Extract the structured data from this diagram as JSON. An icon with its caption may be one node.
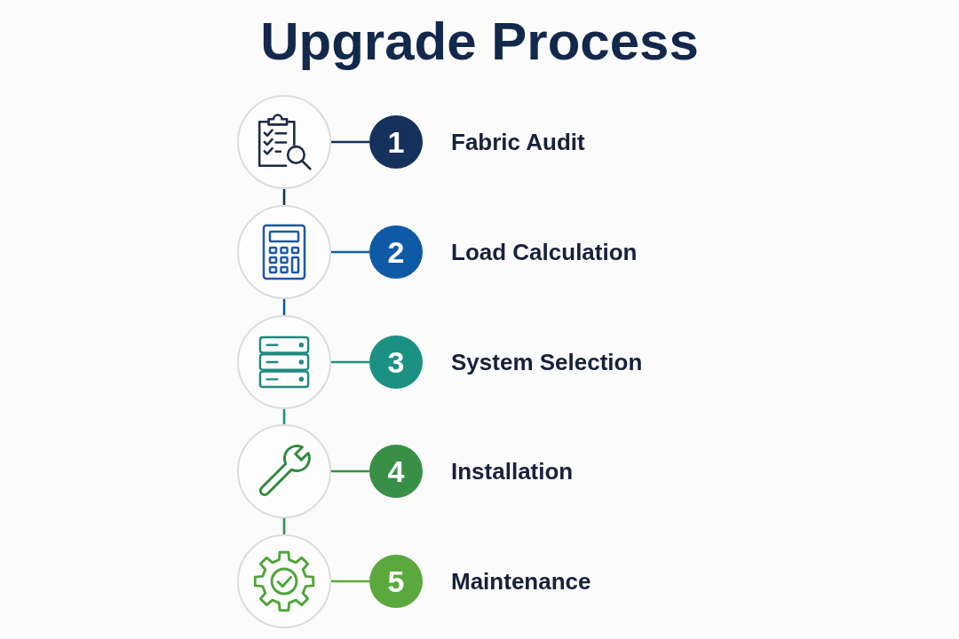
{
  "diagram": {
    "title": "Upgrade Process",
    "nodes": [
      {
        "text": [],
        "shape": "circle"
      },
      {
        "text": [
          "1"
        ],
        "beside": [
          "Fabric Audit"
        ]
      },
      {
        "text": [],
        "shape": "circle"
      },
      {
        "text": [
          "2"
        ],
        "beside": [
          "Load Calculation"
        ]
      },
      {
        "text": [],
        "shape": "circle"
      },
      {
        "text": [
          "3"
        ],
        "beside": [
          "System Selection"
        ]
      },
      {
        "text": [],
        "shape": "circle"
      },
      {
        "text": [
          "4"
        ],
        "beside": [
          "Installation"
        ]
      },
      {
        "text": [],
        "shape": "circle"
      },
      {
        "text": [
          "5"
        ],
        "beside": [
          "Maintenance"
        ]
      }
    ],
    "edges": [
      {
        "from": 0,
        "to": 1,
        "arrow": "none",
        "color": "#16315c"
      },
      {
        "from": 0,
        "to": 2,
        "arrow": "none",
        "color": "#16315c"
      },
      {
        "from": 2,
        "to": 3,
        "arrow": "none",
        "color": "#0f5aa6"
      },
      {
        "from": 2,
        "to": 4,
        "arrow": "none",
        "color": "#0f5aa6"
      },
      {
        "from": 4,
        "to": 5,
        "arrow": "none",
        "color": "#1b9184"
      },
      {
        "from": 4,
        "to": 6,
        "arrow": "none",
        "color": "#1b9184"
      },
      {
        "from": 6,
        "to": 7,
        "arrow": "none",
        "color": "#3a8f46"
      },
      {
        "from": 6,
        "to": 8,
        "arrow": "none",
        "color": "#3a8f46"
      },
      {
        "from": 8,
        "to": 9,
        "arrow": "none",
        "color": "#5ba83c"
      }
    ]
  }
}
